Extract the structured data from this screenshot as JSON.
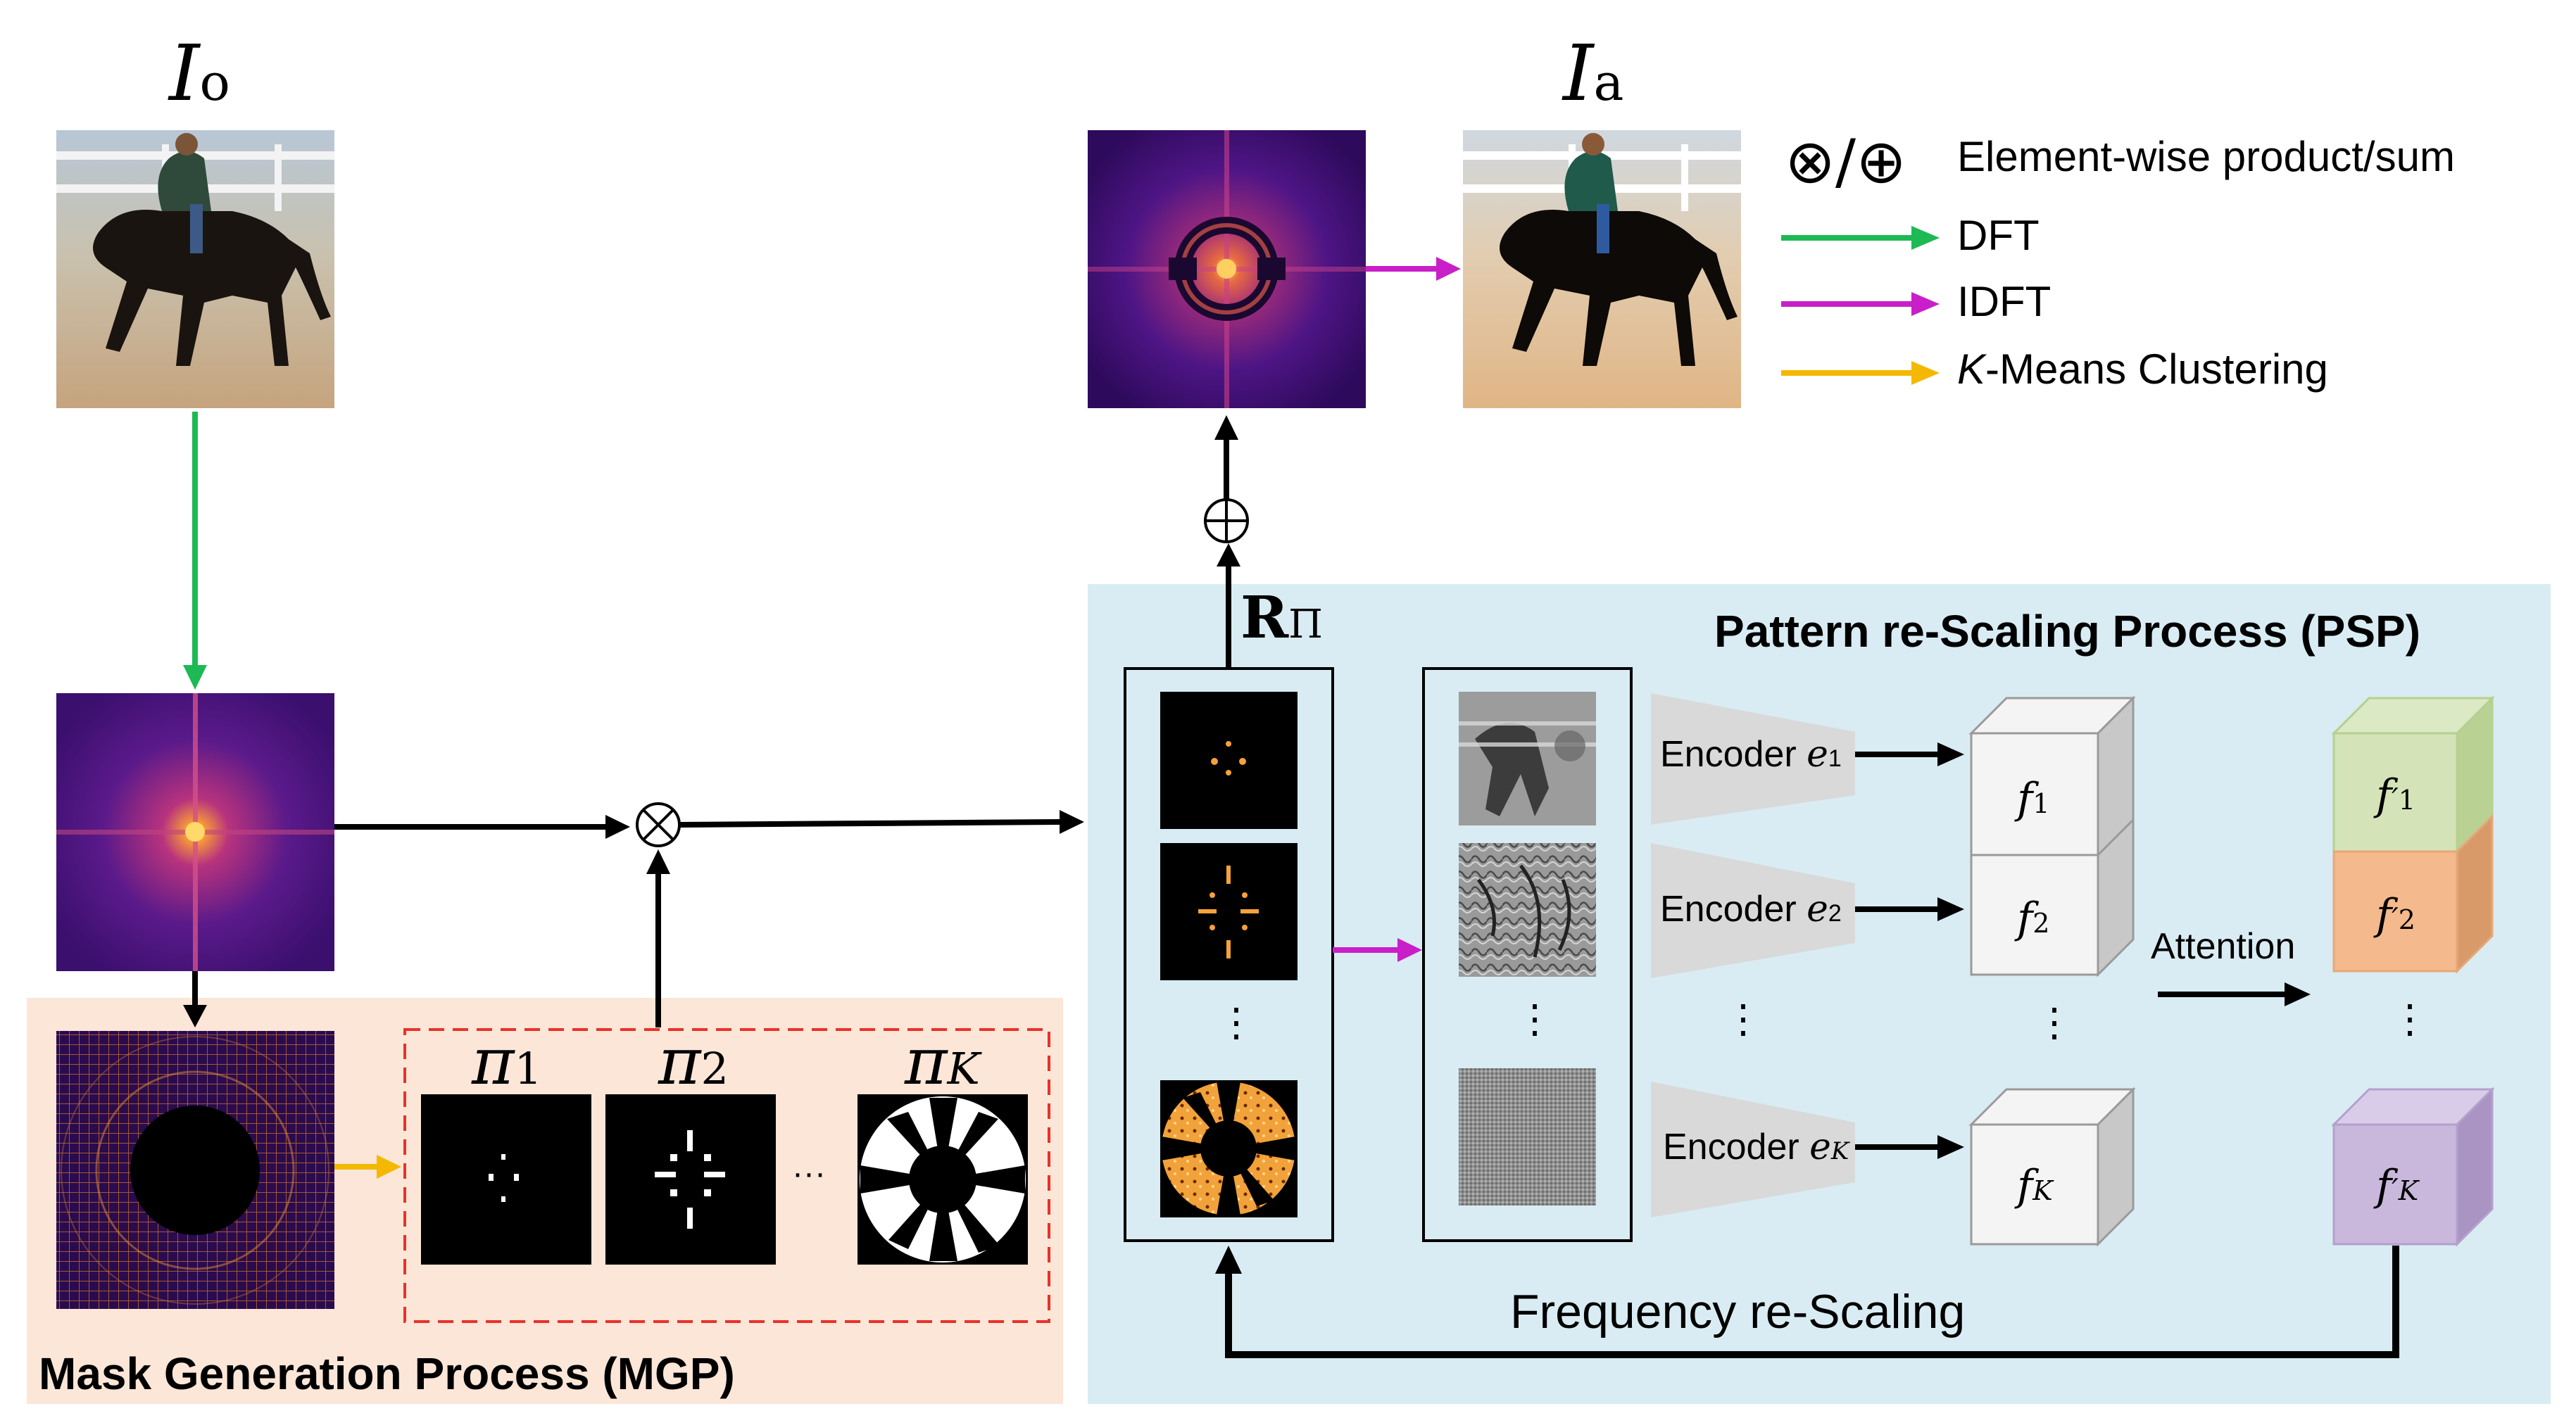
{
  "labels": {
    "io_main": "I",
    "io_sub": "o",
    "ia_main": "I",
    "ia_sub": "a",
    "r_main": "R",
    "r_sub": "Π",
    "pi_main": "π",
    "pi1_sub": "1",
    "pi2_sub": "2",
    "pik_sub": "K",
    "ellipsis_h": "···",
    "ellipsis_v": "⋮",
    "mgp_title": "Mask Generation Process (MGP)",
    "psp_title": "Pattern re-Scaling Process (PSP)",
    "freq_rescaling": "Frequency re-Scaling",
    "attention": "Attention"
  },
  "encoders": [
    {
      "prefix": "Encoder ",
      "var": "e",
      "sub": "1"
    },
    {
      "prefix": "Encoder ",
      "var": "e",
      "sub": "2"
    },
    {
      "prefix": "Encoder ",
      "var": "e",
      "sub": "K"
    }
  ],
  "features": [
    {
      "var": "f",
      "sub": "1"
    },
    {
      "var": "f",
      "sub": "2"
    },
    {
      "var": "f",
      "sub": "K"
    }
  ],
  "features_prime": [
    {
      "var": "f",
      "prime": "′",
      "sub": "1"
    },
    {
      "var": "f",
      "prime": "′",
      "sub": "2"
    },
    {
      "var": "f",
      "prime": "′",
      "sub": "K"
    }
  ],
  "legend": {
    "product_sum_symbols": "⊗/⊕",
    "product_sum": "Element-wise product/sum",
    "dft": "DFT",
    "idft": "IDFT",
    "kmeans_k": "K",
    "kmeans_rest": "-Means Clustering"
  },
  "colors": {
    "dft": "#1db954",
    "idft": "#c81fc8",
    "kmeans": "#f5b800",
    "mgp_bg": "#fbe6d8",
    "psp_bg": "#d9ecf3",
    "mask_border": "#e8322a",
    "feat_prime_1": "#d4e4b8",
    "feat_prime_2": "#f4b98c",
    "feat_prime_k": "#c9b8dc",
    "encoder": "#d9d9d9"
  }
}
